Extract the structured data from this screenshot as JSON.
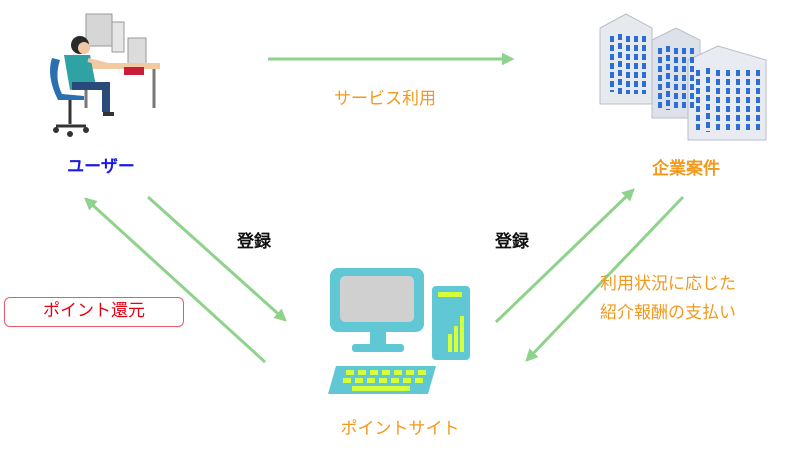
{
  "nodes": {
    "user": {
      "label": "ユーザー",
      "color": "#1a1ae6",
      "icon": "office-worker-at-desk-icon"
    },
    "corporation": {
      "label": "企業案件",
      "color": "#f29a1e",
      "icon": "office-buildings-icon"
    },
    "point_site": {
      "label": "ポイントサイト",
      "color": "#f29a1e",
      "icon": "desktop-computer-icon"
    }
  },
  "edges": {
    "service_use": {
      "label": "サービス利用",
      "from": "user",
      "to": "corporation"
    },
    "register_user": {
      "label": "登録",
      "from": "user",
      "to": "point_site"
    },
    "point_return": {
      "label": "ポイント還元",
      "from": "point_site",
      "to": "user"
    },
    "register_corp": {
      "label": "登録",
      "from": "point_site",
      "to": "corporation"
    },
    "payment": {
      "line1": "利用状況に応じた",
      "line2": "紹介報酬の支払い",
      "from": "corporation",
      "to": "point_site"
    }
  },
  "colors": {
    "arrow": "#8fd28c",
    "accent": "#f29a1e",
    "alert": "#e60012"
  }
}
